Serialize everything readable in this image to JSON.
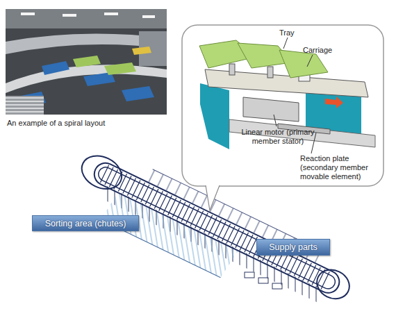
{
  "diagram": {
    "nodes": [
      {
        "text": [
          "Sorting area (chutes)"
        ]
      },
      {
        "text": [
          "Supply parts"
        ]
      }
    ],
    "labels": [
      "An example of a spiral layout",
      "Tray",
      "Carriage",
      "Linear motor (primary member stator)",
      "Reaction plate (secondary member movable element)"
    ]
  }
}
